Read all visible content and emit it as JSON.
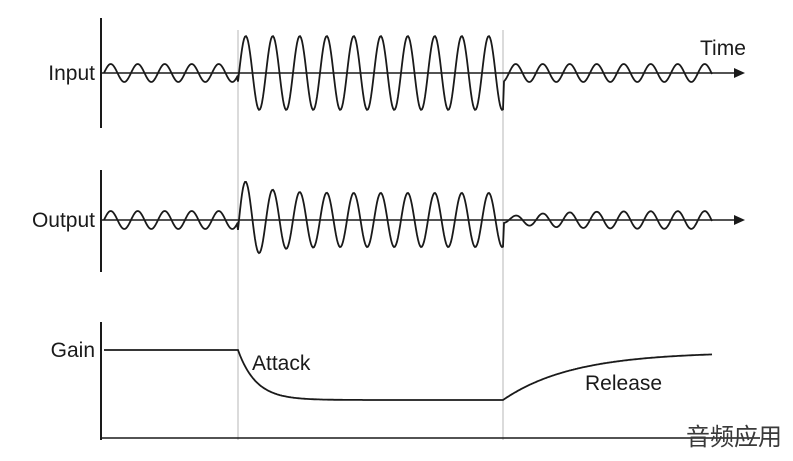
{
  "labels": {
    "input": "Input",
    "output": "Output",
    "gain": "Gain",
    "time": "Time",
    "attack": "Attack",
    "release": "Release"
  },
  "watermark": "音频应用",
  "colors": {
    "trace": "#1a1a1a",
    "guide": "#cfcfcf",
    "background": "#ffffff"
  }
}
